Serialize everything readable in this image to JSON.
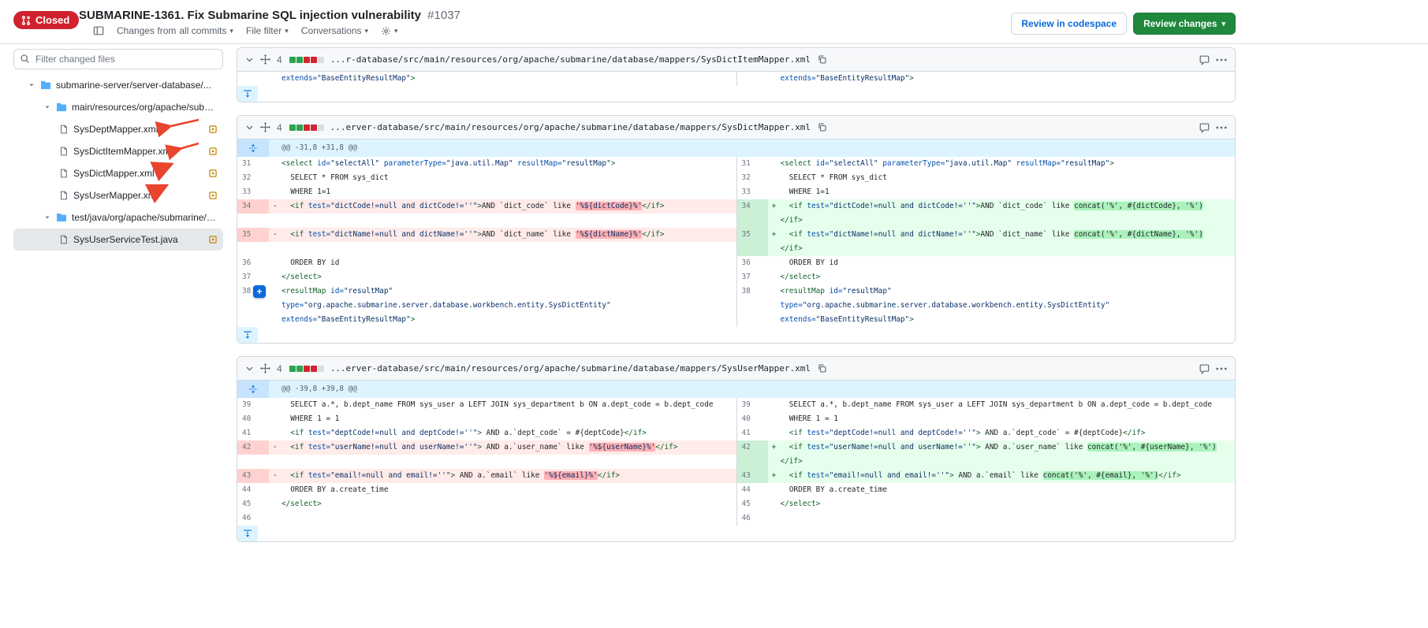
{
  "colors": {
    "closed_badge": "#cf222e",
    "review_button_green": "#1f883d",
    "link_blue": "#0969da",
    "addition_bg": "#e6ffec",
    "deletion_bg": "#ffebe9",
    "addition_word_bg": "#abf2bc",
    "deletion_word_bg": "#ffb1b3",
    "folder_blue": "#54aeff",
    "modified_status": "#bf8700",
    "annotation_red": "#e8442e"
  },
  "header": {
    "badge_label": "Closed",
    "title": "SUBMARINE-1361. Fix Submarine SQL injection vulnerability",
    "pr_number": "#1037",
    "toolbar": {
      "changes_from": "Changes from",
      "commits_value": "all commits",
      "file_filter": "File filter",
      "conversations": "Conversations"
    },
    "codespace_button": "Review in codespace",
    "review_button": "Review changes"
  },
  "sidebar": {
    "filter_placeholder": "Filter changed files",
    "tree": [
      {
        "kind": "folder",
        "label": "submarine-server/server-database/...",
        "depth": 0
      },
      {
        "kind": "folder",
        "label": "main/resources/org/apache/subm...",
        "depth": 1
      },
      {
        "kind": "file",
        "label": "SysDeptMapper.xml",
        "depth": 2,
        "status": "modified"
      },
      {
        "kind": "file",
        "label": "SysDictItemMapper.xml",
        "depth": 2,
        "status": "modified"
      },
      {
        "kind": "file",
        "label": "SysDictMapper.xml",
        "depth": 2,
        "status": "modified"
      },
      {
        "kind": "file",
        "label": "SysUserMapper.xml",
        "depth": 2,
        "status": "modified"
      },
      {
        "kind": "folder",
        "label": "test/java/org/apache/submarine/s...",
        "depth": 1
      },
      {
        "kind": "file",
        "label": "SysUserServiceTest.java",
        "depth": 2,
        "status": "modified",
        "selected": true
      }
    ]
  },
  "diff": {
    "files": [
      {
        "changes": "4",
        "diffstat": [
          "add",
          "add",
          "del",
          "del",
          "neutral"
        ],
        "path": "...r-database/src/main/resources/org/apache/submarine/database/mappers/SysDictItemMapper.xml",
        "hunk": "",
        "rows": [
          {
            "b": {
              "t": "cnt",
              "s": [
                [
                  "a",
                  "extends="
                ],
                [
                  "s",
                  "\"BaseEntityResultMap\""
                ],
                [
                  "t",
                  ">"
                ]
              ]
            }
          }
        ]
      },
      {
        "changes": "4",
        "diffstat": [
          "add",
          "add",
          "del",
          "del",
          "neutral"
        ],
        "path": "...erver-database/src/main/resources/org/apache/submarine/database/mappers/SysDictMapper.xml",
        "hunk": "@@ -31,8 +31,8 @@",
        "rows": [
          {
            "b": {
              "n": "31",
              "t": "ctx",
              "s": [
                [
                  "t",
                  "<select"
                ],
                [
                  "a",
                  " id="
                ],
                [
                  "s",
                  "\"selectAll\""
                ],
                [
                  "a",
                  " parameterType="
                ],
                [
                  "s",
                  "\"java.util.Map\""
                ],
                [
                  "a",
                  " resultMap="
                ],
                [
                  "s",
                  "\"resultMap\""
                ],
                [
                  "t",
                  ">"
                ]
              ]
            }
          },
          {
            "b": {
              "n": "32",
              "t": "ctx",
              "s": [
                [
                  "p",
                  "  SELECT * FROM sys_dict"
                ]
              ]
            }
          },
          {
            "b": {
              "n": "33",
              "t": "ctx",
              "s": [
                [
                  "p",
                  "  WHERE 1=1"
                ]
              ]
            }
          },
          {
            "l": {
              "n": "34",
              "t": "del",
              "m": "-",
              "s": [
                [
                  "p",
                  "  "
                ],
                [
                  "t",
                  "<if"
                ],
                [
                  "a",
                  " test="
                ],
                [
                  "s",
                  "\"dictCode!=null and dictCode!=''\""
                ],
                [
                  "t",
                  ">"
                ],
                [
                  "p",
                  "AND `dict_code` like "
                ],
                [
                  "x",
                  "'%${dictCode}%'"
                ],
                [
                  "t",
                  "</if>"
                ]
              ]
            },
            "r": {
              "n": "34",
              "t": "add",
              "m": "+",
              "s": [
                [
                  "p",
                  "  "
                ],
                [
                  "t",
                  "<if"
                ],
                [
                  "a",
                  " test="
                ],
                [
                  "s",
                  "\"dictCode!=null and dictCode!=''\""
                ],
                [
                  "t",
                  ">"
                ],
                [
                  "p",
                  "AND `dict_code` like "
                ],
                [
                  "y",
                  "concat('%', #{dictCode}, '%')"
                ]
              ]
            }
          },
          {
            "l": {
              "t": "fill"
            },
            "r": {
              "t": "cadd",
              "s": [
                [
                  "t",
                  "</if>"
                ]
              ]
            }
          },
          {
            "l": {
              "n": "35",
              "t": "del",
              "m": "-",
              "s": [
                [
                  "p",
                  "  "
                ],
                [
                  "t",
                  "<if"
                ],
                [
                  "a",
                  " test="
                ],
                [
                  "s",
                  "\"dictName!=null and dictName!=''\""
                ],
                [
                  "t",
                  ">"
                ],
                [
                  "p",
                  "AND `dict_name` like "
                ],
                [
                  "x",
                  "'%${dictName}%'"
                ],
                [
                  "t",
                  "</if>"
                ]
              ]
            },
            "r": {
              "n": "35",
              "t": "add",
              "m": "+",
              "s": [
                [
                  "p",
                  "  "
                ],
                [
                  "t",
                  "<if"
                ],
                [
                  "a",
                  " test="
                ],
                [
                  "s",
                  "\"dictName!=null and dictName!=''\""
                ],
                [
                  "t",
                  ">"
                ],
                [
                  "p",
                  "AND `dict_name` like "
                ],
                [
                  "y",
                  "concat('%', #{dictName}, '%')"
                ]
              ]
            }
          },
          {
            "l": {
              "t": "fill"
            },
            "r": {
              "t": "cadd",
              "s": [
                [
                  "t",
                  "</if>"
                ]
              ]
            }
          },
          {
            "b": {
              "n": "36",
              "t": "ctx",
              "s": [
                [
                  "p",
                  "  ORDER BY id"
                ]
              ]
            }
          },
          {
            "b": {
              "n": "37",
              "t": "ctx",
              "s": [
                [
                  "t",
                  "</select>"
                ]
              ]
            }
          },
          {
            "b": {
              "n": "38",
              "t": "ctx",
              "plus": true,
              "s": [
                [
                  "t",
                  "<resultMap"
                ],
                [
                  "a",
                  " id="
                ],
                [
                  "s",
                  "\"resultMap\""
                ]
              ]
            }
          },
          {
            "b": {
              "t": "cnt",
              "s": [
                [
                  "a",
                  "type="
                ],
                [
                  "s",
                  "\"org.apache.submarine.server.database.workbench.entity.SysDictEntity\""
                ]
              ]
            }
          },
          {
            "b": {
              "t": "cnt",
              "s": [
                [
                  "a",
                  "extends="
                ],
                [
                  "s",
                  "\"BaseEntityResultMap\""
                ],
                [
                  "t",
                  ">"
                ]
              ]
            }
          }
        ]
      },
      {
        "changes": "4",
        "diffstat": [
          "add",
          "add",
          "del",
          "del",
          "neutral"
        ],
        "path": "...erver-database/src/main/resources/org/apache/submarine/database/mappers/SysUserMapper.xml",
        "hunk": "@@ -39,8 +39,8 @@",
        "rows": [
          {
            "b": {
              "n": "39",
              "t": "ctx",
              "s": [
                [
                  "p",
                  "  SELECT a.*, b.dept_name FROM sys_user a LEFT JOIN sys_department b ON a.dept_code = b.dept_code"
                ]
              ]
            }
          },
          {
            "b": {
              "n": "40",
              "t": "ctx",
              "s": [
                [
                  "p",
                  "  WHERE 1 = 1"
                ]
              ]
            }
          },
          {
            "b": {
              "n": "41",
              "t": "ctx",
              "s": [
                [
                  "p",
                  "  "
                ],
                [
                  "t",
                  "<if"
                ],
                [
                  "a",
                  " test="
                ],
                [
                  "s",
                  "\"deptCode!=null and deptCode!=''\""
                ],
                [
                  "t",
                  ">"
                ],
                [
                  "p",
                  " AND a.`dept_code` = #{deptCode}"
                ],
                [
                  "t",
                  "</if>"
                ]
              ]
            }
          },
          {
            "l": {
              "n": "42",
              "t": "del",
              "m": "-",
              "s": [
                [
                  "p",
                  "  "
                ],
                [
                  "t",
                  "<if"
                ],
                [
                  "a",
                  " test="
                ],
                [
                  "s",
                  "\"userName!=null and userName!=''\""
                ],
                [
                  "t",
                  ">"
                ],
                [
                  "p",
                  " AND a.`user_name` like "
                ],
                [
                  "x",
                  "'%${userName}%'"
                ],
                [
                  "t",
                  "</if>"
                ]
              ]
            },
            "r": {
              "n": "42",
              "t": "add",
              "m": "+",
              "s": [
                [
                  "p",
                  "  "
                ],
                [
                  "t",
                  "<if"
                ],
                [
                  "a",
                  " test="
                ],
                [
                  "s",
                  "\"userName!=null and userName!=''\""
                ],
                [
                  "t",
                  ">"
                ],
                [
                  "p",
                  " AND a.`user_name` like "
                ],
                [
                  "y",
                  "concat('%', #{userName}, '%')"
                ]
              ]
            }
          },
          {
            "l": {
              "t": "fill"
            },
            "r": {
              "t": "cadd",
              "s": [
                [
                  "t",
                  "</if>"
                ]
              ]
            }
          },
          {
            "l": {
              "n": "43",
              "t": "del",
              "m": "-",
              "s": [
                [
                  "p",
                  "  "
                ],
                [
                  "t",
                  "<if"
                ],
                [
                  "a",
                  " test="
                ],
                [
                  "s",
                  "\"email!=null and email!=''\""
                ],
                [
                  "t",
                  ">"
                ],
                [
                  "p",
                  " AND a.`email` like "
                ],
                [
                  "x",
                  "'%${email}%'"
                ],
                [
                  "t",
                  "</if>"
                ]
              ]
            },
            "r": {
              "n": "43",
              "t": "add",
              "m": "+",
              "s": [
                [
                  "p",
                  "  "
                ],
                [
                  "t",
                  "<if"
                ],
                [
                  "a",
                  " test="
                ],
                [
                  "s",
                  "\"email!=null and email!=''\""
                ],
                [
                  "t",
                  ">"
                ],
                [
                  "p",
                  " AND a.`email` like "
                ],
                [
                  "y",
                  "concat('%', #{email}, '%')"
                ],
                [
                  "t",
                  "</if>"
                ]
              ]
            }
          },
          {
            "b": {
              "n": "44",
              "t": "ctx",
              "s": [
                [
                  "p",
                  "  ORDER BY a.create_time"
                ]
              ]
            }
          },
          {
            "b": {
              "n": "45",
              "t": "ctx",
              "s": [
                [
                  "t",
                  "</select>"
                ]
              ]
            }
          },
          {
            "b": {
              "n": "46",
              "t": "ctx",
              "s": [
                [
                  "p",
                  ""
                ]
              ]
            }
          }
        ]
      }
    ]
  }
}
